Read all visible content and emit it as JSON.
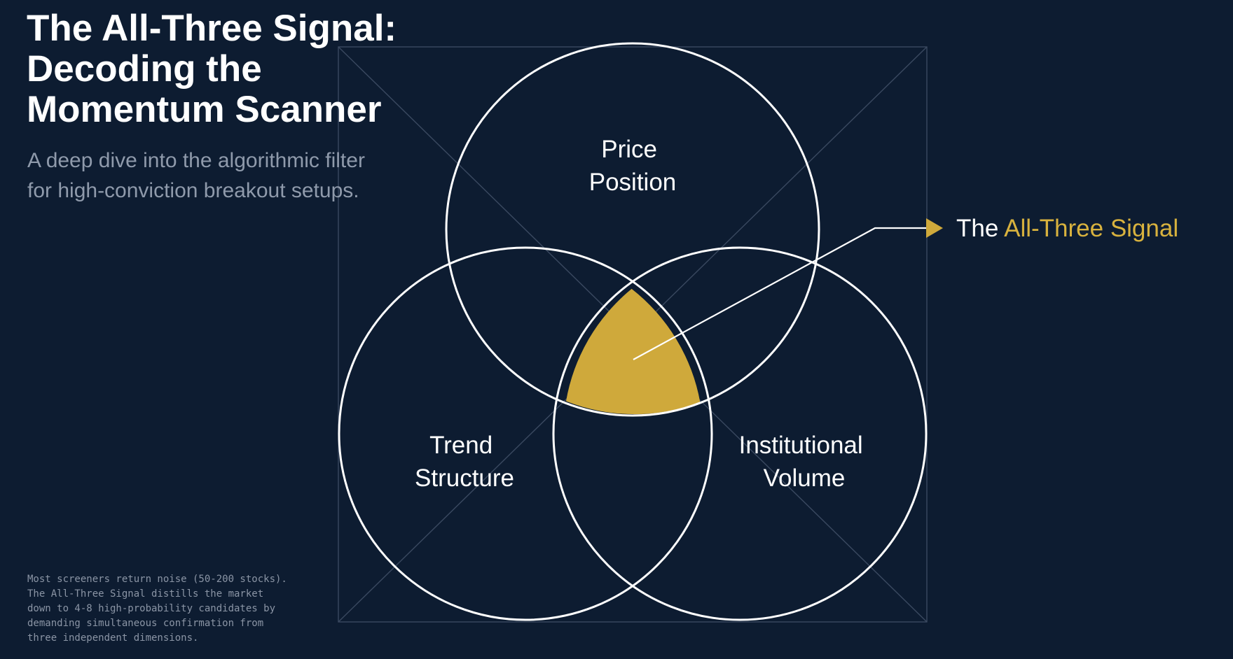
{
  "title_lines": [
    "The All-Three Signal:",
    "Decoding the",
    "Momentum Scanner"
  ],
  "subtitle_lines": [
    "A deep dive into the algorithmic filter",
    "for high-conviction breakout setups."
  ],
  "venn": {
    "circles": [
      {
        "label_lines": [
          "Price",
          "Position"
        ]
      },
      {
        "label_lines": [
          "Trend",
          "Structure"
        ]
      },
      {
        "label_lines": [
          "Institutional",
          "Volume"
        ]
      }
    ],
    "callout": {
      "prefix": "The ",
      "highlight": "All-Three Signal"
    }
  },
  "footnote_lines": [
    "Most screeners return noise (50-200 stocks).",
    "The All-Three Signal distills the market",
    "down to 4-8 high-probability candidates by",
    "demanding simultaneous confirmation from",
    "three independent dimensions."
  ],
  "colors": {
    "background": "#0d1c31",
    "circle_stroke": "#ffffff",
    "intersection_fill": "#cfa93b",
    "highlight_text": "#d8b23e",
    "guide_lines": "#3a4960"
  }
}
